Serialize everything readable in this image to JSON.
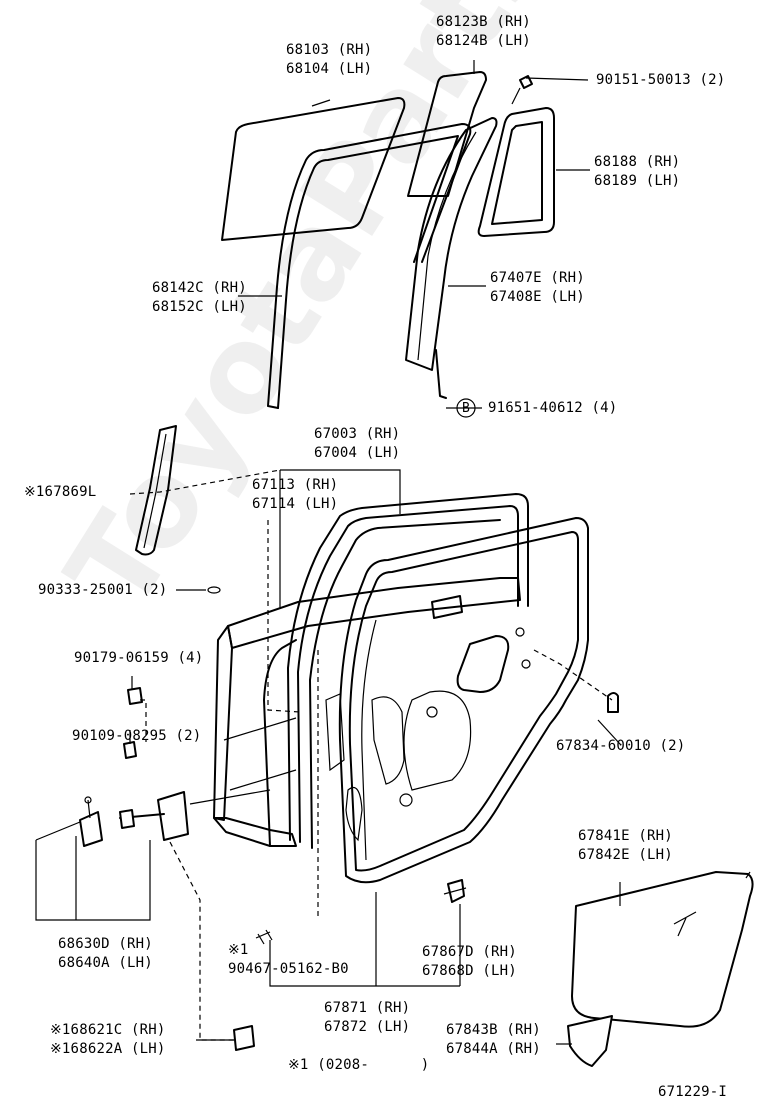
{
  "watermark": "ToyotaPartsMine.ru",
  "labels": {
    "p68103": "68103 (RH)\n68104 (LH)",
    "p68123": "68123B (RH)\n68124B (LH)",
    "p90151": "90151-50013 (2)",
    "p68188": "68188 (RH)\n68189 (LH)",
    "p68142": "68142C (RH)\n68152C (LH)",
    "p67407": "67407E (RH)\n67408E (LH)",
    "p91651": "91651-40612 (4)",
    "p167869": "※167869L",
    "p67003": "67003 (RH)\n67004 (LH)",
    "p67113": "67113 (RH)\n67114 (LH)",
    "p90333": "90333-25001 (2)",
    "p90179": "90179-06159 (4)",
    "p90109": "90109-08295 (2)",
    "p67834": "67834-60010 (2)",
    "p67841": "67841E (RH)\n67842E (LH)",
    "p68630": "68630D (RH)\n68640A (LH)",
    "p90467": "※1\n90467-05162-B0",
    "p67867": "67867D (RH)\n67868D (LH)",
    "p67871": "67871 (RH)\n67872 (LH)",
    "p168621": "※168621C (RH)\n※168622A (LH)",
    "p67843": "67843B (RH)\n67844A (RH)",
    "footnote": "※1 (0208-      )",
    "drawing_no": "671229-I"
  },
  "callout_b": "B"
}
